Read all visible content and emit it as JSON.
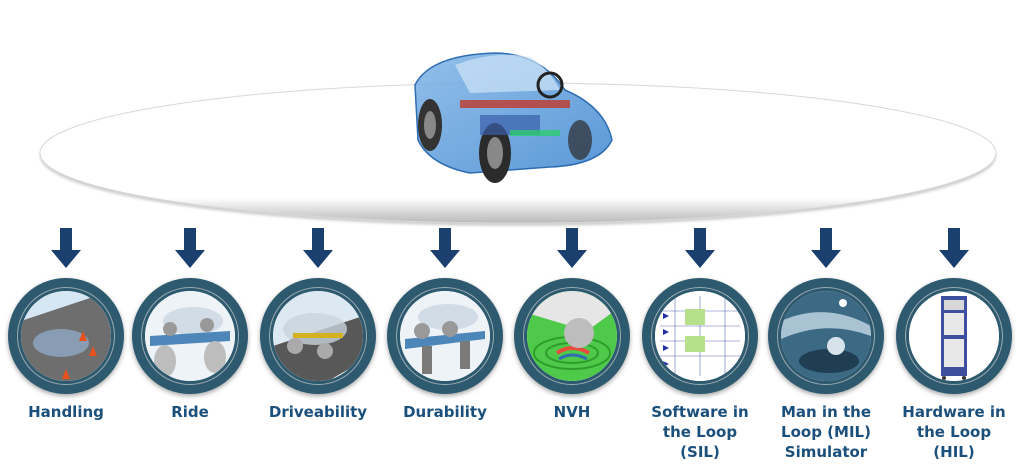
{
  "diagram": {
    "center_image": {
      "name": "vehicle-model-transparent-car",
      "description": "Transparent blue full-vehicle multibody model"
    },
    "platform_shape": "ellipse",
    "arrow_color": "#1b3f6e",
    "ring_color": "#2e5a70",
    "label_color": "#1b4f7c",
    "applications": [
      {
        "id": "handling",
        "label_lines": [
          "Handling"
        ],
        "image": "car-on-track-with-cones"
      },
      {
        "id": "ride",
        "label_lines": [
          "Ride"
        ],
        "image": "car-on-four-post-rig"
      },
      {
        "id": "driveability",
        "label_lines": [
          "Driveability"
        ],
        "image": "car-on-rough-road"
      },
      {
        "id": "durability",
        "label_lines": [
          "Durability"
        ],
        "image": "car-on-durability-rig"
      },
      {
        "id": "nvh",
        "label_lines": [
          "NVH"
        ],
        "image": "acoustic-head-wave-field"
      },
      {
        "id": "sil",
        "label_lines": [
          "Software in",
          "the Loop",
          "(SIL)"
        ],
        "image": "control-block-diagram"
      },
      {
        "id": "mil",
        "label_lines": [
          "Man in the",
          "Loop (MIL)",
          "Simulator"
        ],
        "image": "driving-simulator"
      },
      {
        "id": "hil",
        "label_lines": [
          "Hardware in",
          "the Loop",
          "(HIL)"
        ],
        "image": "hil-rack-cabinet"
      }
    ]
  }
}
